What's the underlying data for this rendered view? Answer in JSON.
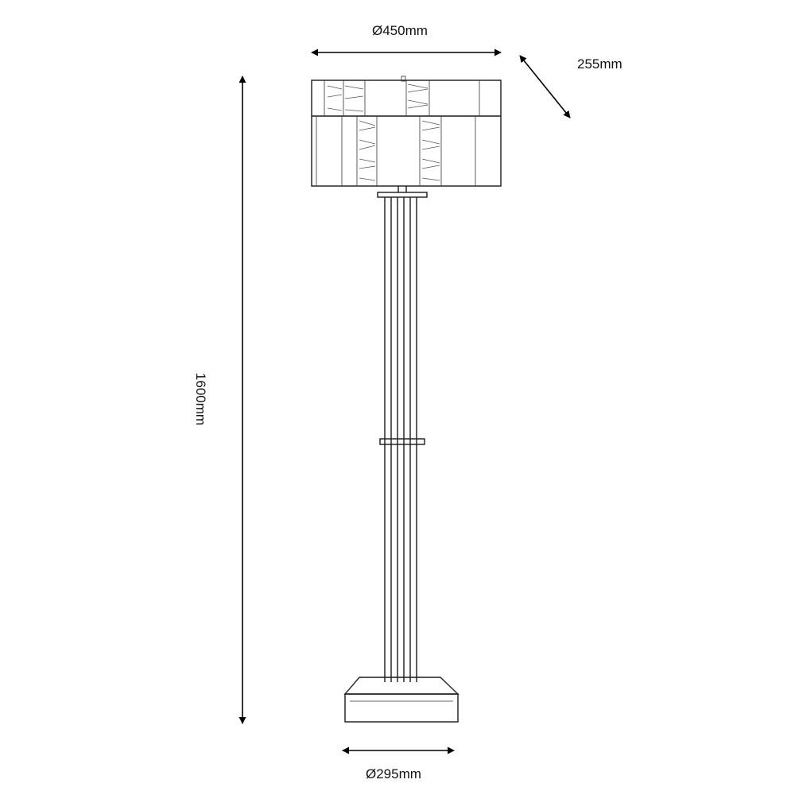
{
  "dimensions": {
    "shade_diameter": "Ø450mm",
    "shade_depth": "255mm",
    "total_height": "1600mm",
    "base_diameter": "Ø295mm"
  }
}
